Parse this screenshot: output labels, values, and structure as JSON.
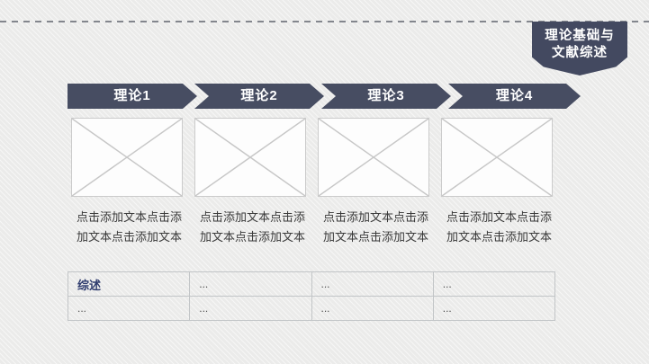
{
  "slide": {
    "badge": {
      "line1": "理论基础与",
      "line2": "文献综述"
    },
    "theories": [
      {
        "label": "理论1",
        "body": "点击添加文本点击添加文本点击添加文本"
      },
      {
        "label": "理论2",
        "body": "点击添加文本点击添加文本点击添加文本"
      },
      {
        "label": "理论3",
        "body": "点击添加文本点击添加文本点击添加文本"
      },
      {
        "label": "理论4",
        "body": "点击添加文本点击添加文本点击添加文本"
      }
    ],
    "table": {
      "rows": [
        [
          "综述",
          "...",
          "...",
          "..."
        ],
        [
          "...",
          "...",
          "...",
          "..."
        ]
      ]
    },
    "colors": {
      "navy": "#474d62",
      "badge_navy": "#434960",
      "accent_text_navy": "#2f3c6e",
      "background": "#ebebea"
    }
  }
}
